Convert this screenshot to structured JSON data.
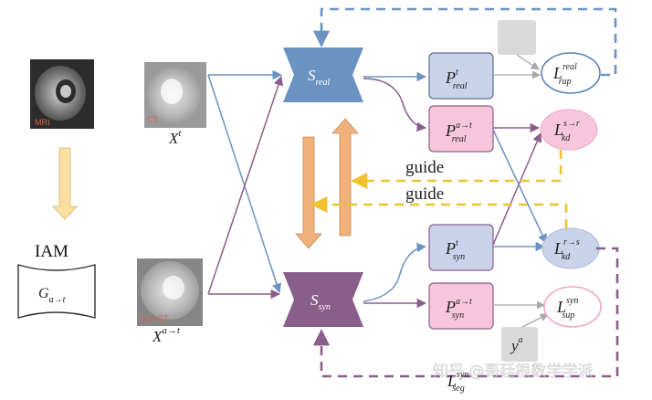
{
  "images": {
    "mri": {
      "tag": "MRI"
    },
    "ct": {
      "tag": "CT",
      "var": "X",
      "sup": "t"
    },
    "synct": {
      "tag": "Syn-CT",
      "var": "X",
      "sup": "a→t"
    }
  },
  "iam": {
    "title": "IAM",
    "var": "G",
    "sub": "a→t"
  },
  "encoders": {
    "real": {
      "var": "S",
      "sub": "real",
      "color": "#6a93c2"
    },
    "syn": {
      "var": "S",
      "sub": "syn",
      "color": "#8a5e8a"
    }
  },
  "predictions": {
    "p_real": {
      "var": "P",
      "sup": "t",
      "sub": "real"
    },
    "p_real_a2t": {
      "var": "P",
      "sup": "a→t",
      "sub": "real"
    },
    "p_syn": {
      "var": "P",
      "sup": "t",
      "sub": "syn"
    },
    "p_syn_a2t": {
      "var": "P",
      "sup": "a→t",
      "sub": "syn"
    }
  },
  "losses": {
    "rup": {
      "var": "L",
      "sup": "real",
      "sub": "rup"
    },
    "kd_s2r": {
      "var": "L",
      "sup": "s→r",
      "sub": "kd"
    },
    "kd_r2s": {
      "var": "L",
      "sup": "r→s",
      "sub": "kd"
    },
    "sup": {
      "var": "L",
      "sup": "syn",
      "sub": "sup"
    },
    "seg": {
      "var": "L",
      "sup": "syn",
      "sub": "seg"
    }
  },
  "label_y": {
    "var": "y",
    "sup": "a"
  },
  "guide_labels": [
    "guide",
    "guide"
  ],
  "watermark": "知乎 @哥廷根数学学派",
  "colors": {
    "blue": "#6a93c2",
    "purple": "#8a5e8a",
    "yellow": "#f2c12e",
    "orange": "#f0b27a",
    "pale_yellow": "#f9e0a0",
    "box_blue": "#c9d3ea",
    "box_pink": "#f7c6dc",
    "gray_box": "#d9d9d9"
  }
}
